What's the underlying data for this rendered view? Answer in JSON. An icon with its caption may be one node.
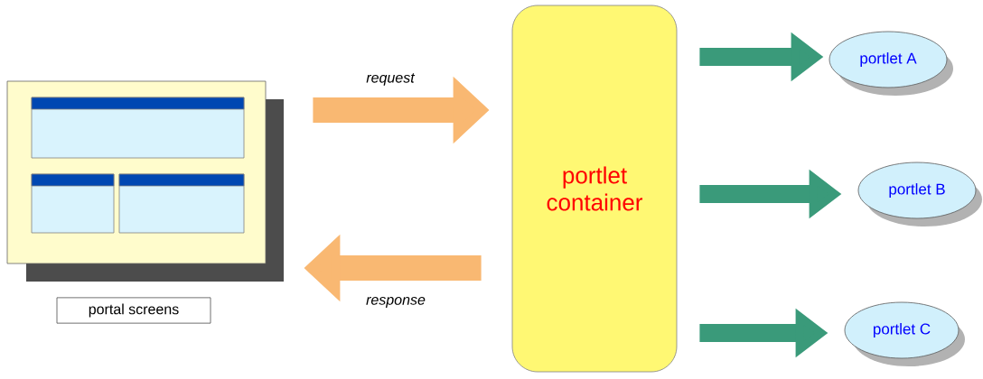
{
  "diagram": {
    "nodes": [
      {
        "text": [],
        "shape": "picture",
        "beside": [
          "portal screens"
        ]
      },
      {
        "text": [
          "portlet container"
        ]
      },
      {
        "text": [
          "portlet A"
        ]
      },
      {
        "text": [
          "portlet B"
        ]
      },
      {
        "text": [
          "portlet C"
        ]
      }
    ],
    "edges": [
      {
        "from": 0,
        "to": 1,
        "arrow": "to",
        "label": "request",
        "color": "#f9b872"
      },
      {
        "from": 1,
        "to": 0,
        "arrow": "to",
        "label": "response",
        "color": "#f9b872"
      },
      {
        "from": 1,
        "to": 2,
        "arrow": "to"
      },
      {
        "from": 1,
        "to": 3,
        "arrow": "to"
      },
      {
        "from": 1,
        "to": 4,
        "arrow": "to"
      }
    ]
  }
}
